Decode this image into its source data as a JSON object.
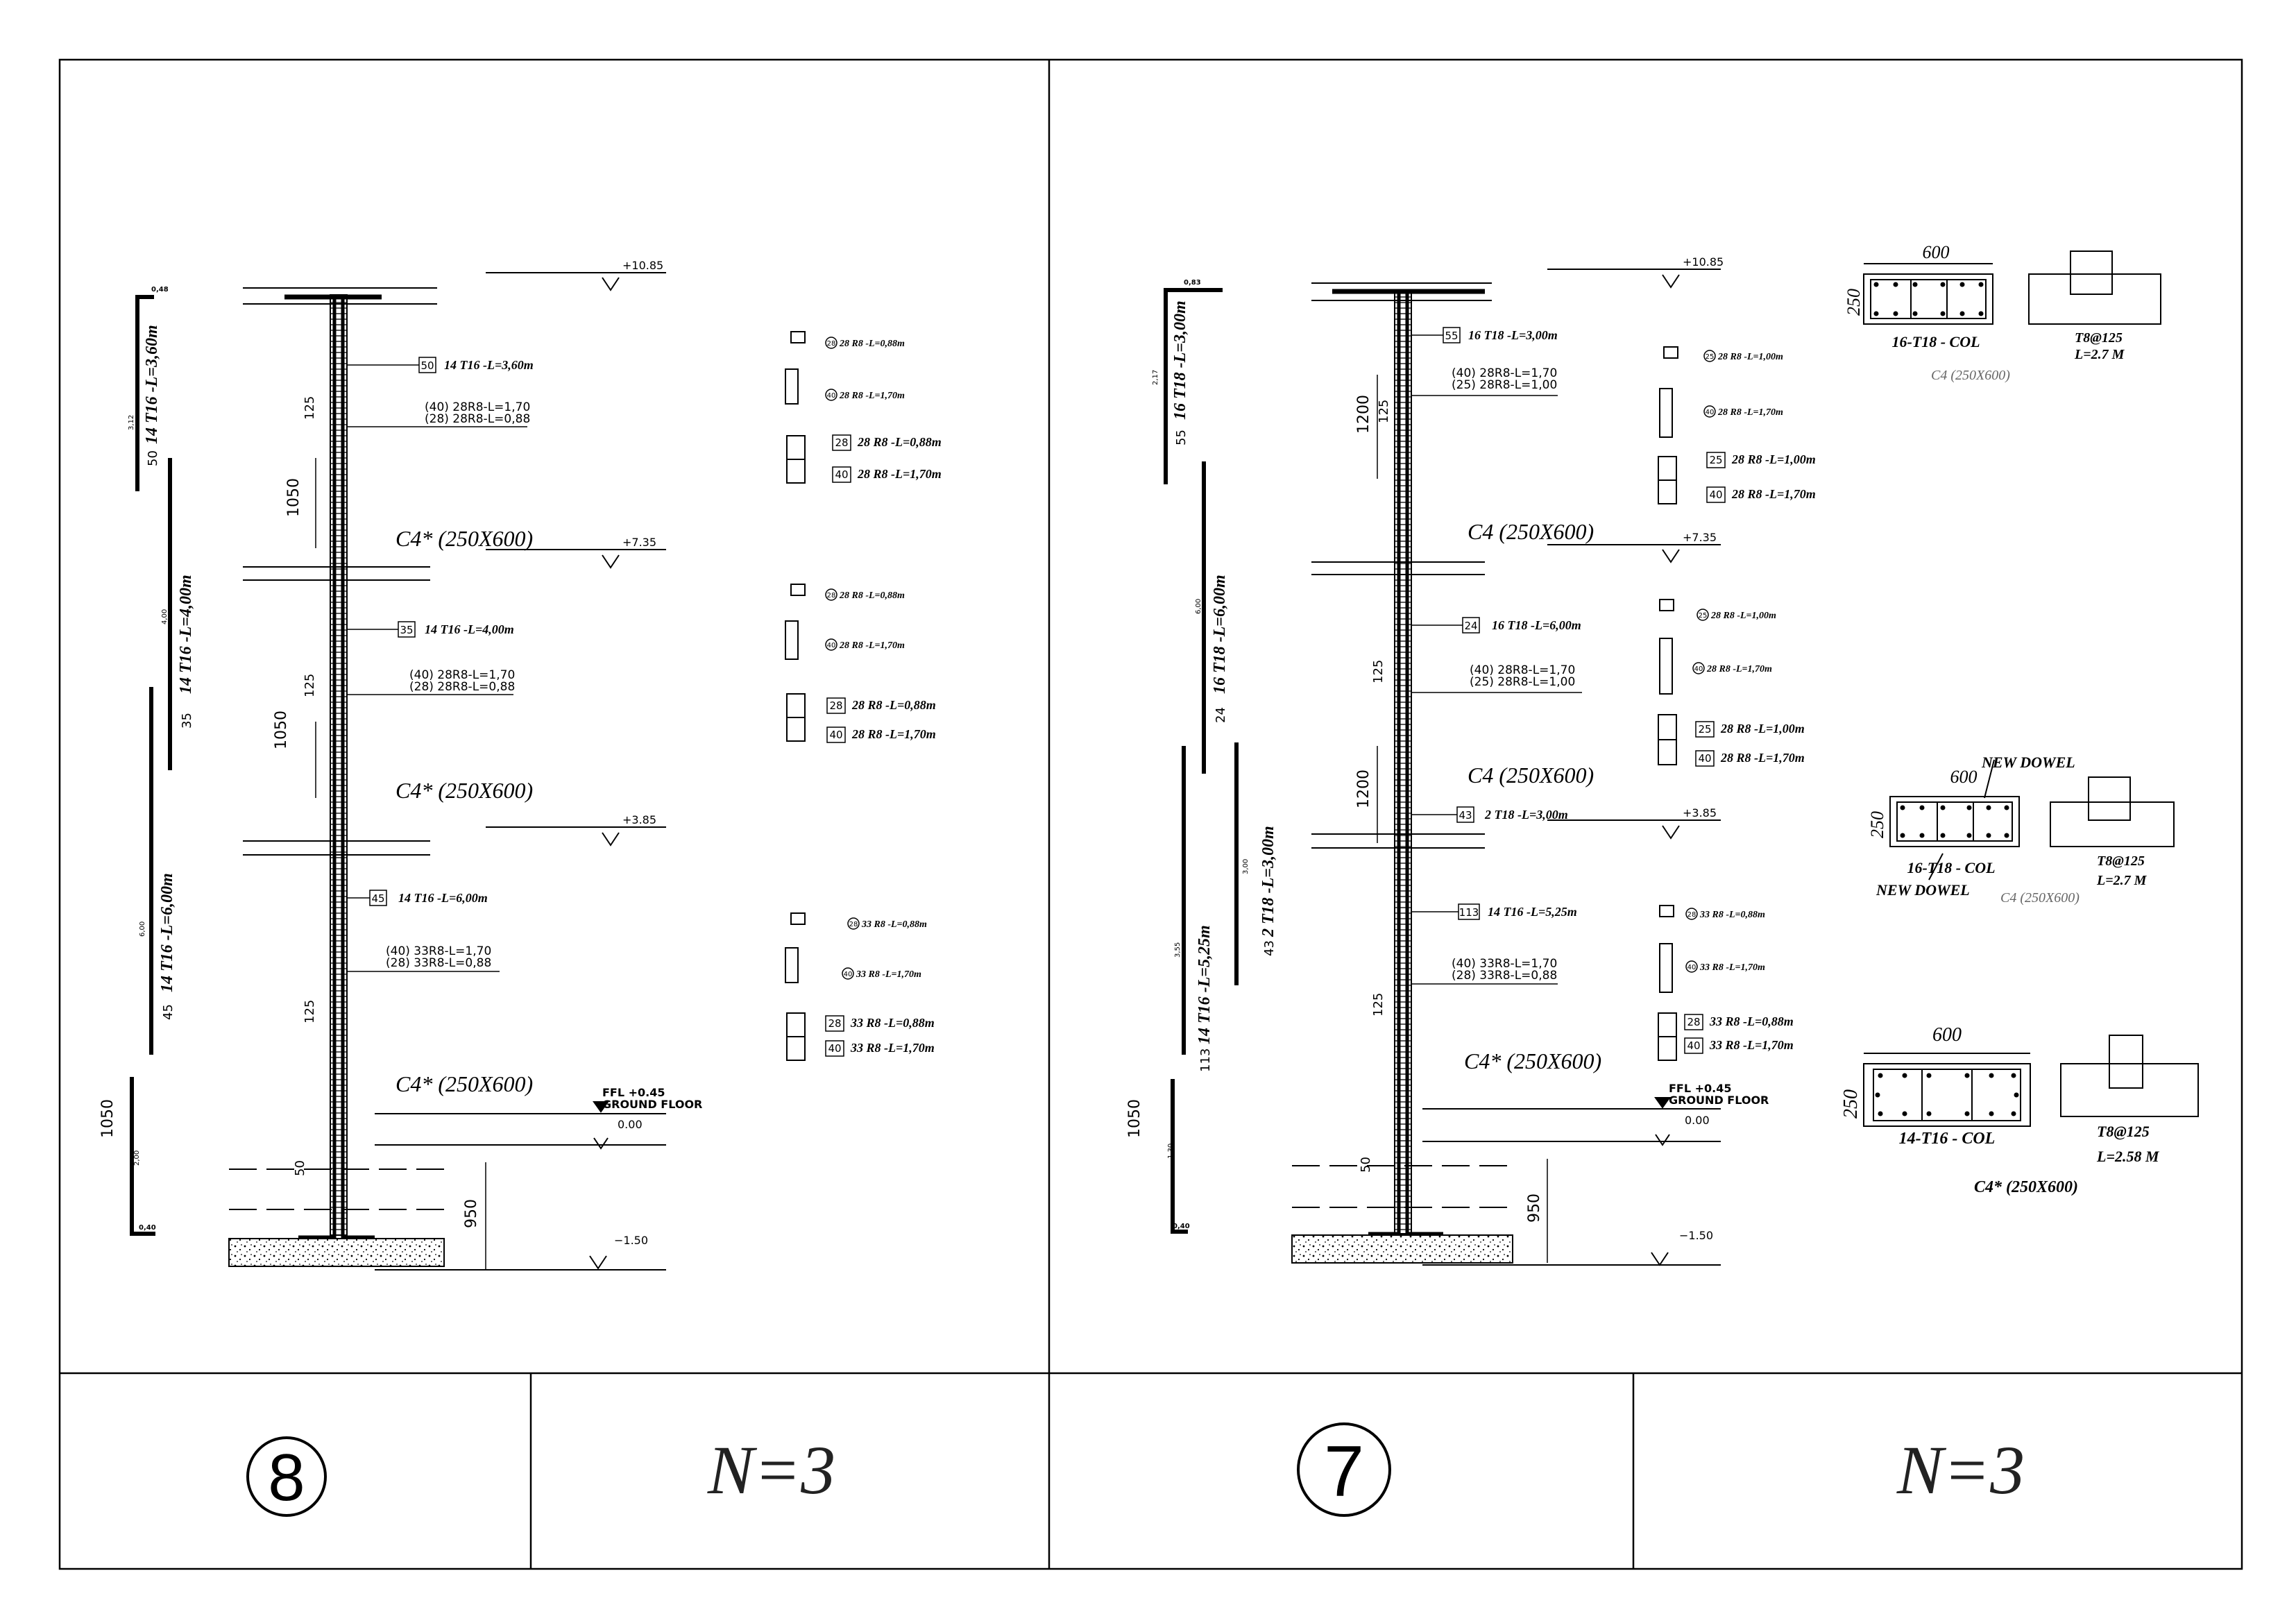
{
  "sheet": {
    "left_panel": {
      "id": "8",
      "n": "N=3",
      "elev": {
        "top": "+10.85",
        "l2": "+7.35",
        "l1": "+3.85",
        "ffl": "FFL +0.45",
        "ground": "GROUND FLOOR",
        "zero": "0.00",
        "base": "−1.50"
      },
      "col_labels": [
        "C4* (250X600)",
        "C4* (250X600)",
        "C4* (250X600)"
      ],
      "tags": {
        "t1": {
          "num": "50",
          "text": "14 T16 -L=3,60m"
        },
        "t2": {
          "num": "35",
          "text": "14 T16 -L=4,00m"
        },
        "t3": {
          "num": "45",
          "text": "14 T16 -L=6,00m"
        }
      },
      "stirrups": {
        "s1": [
          "(40) 28R8-L=1,70",
          "(28) 28R8-L=0,88"
        ],
        "s2": [
          "(40) 28R8-L=1,70",
          "(28) 28R8-L=0,88"
        ],
        "s3": [
          "(40) 33R8-L=1,70",
          "(28) 33R8-L=0,88"
        ]
      },
      "dims": {
        "d1050a": "1050",
        "d1050b": "1050",
        "d125": "125",
        "d50": "50",
        "d950": "950",
        "d1050c": "1050"
      },
      "bars": {
        "b1": "14 T16 -L=3,60m",
        "b1n": "50",
        "b1v": "3,12",
        "b1top": "0,48",
        "b2": "14 T16 -L=4,00m",
        "b2n": "35",
        "b2v": "4,00",
        "b3": "14 T16 -L=6,00m",
        "b3n": "45",
        "b3v": "6,00",
        "b4v": "2,00",
        "b4b": "0,40"
      },
      "detail_rows": [
        [
          "28",
          "28 R8 -L=0,88m"
        ],
        [
          "40",
          "28 R8 -L=1,70m"
        ],
        [
          "28",
          "28 R8 -L=0,88m"
        ],
        [
          "40",
          "28 R8 -L=1,70m"
        ],
        [
          "28",
          "28 R8 -L=0,88m"
        ],
        [
          "40",
          "28 R8 -L=1,70m"
        ],
        [
          "28",
          "28 R8 -L=0,88m"
        ],
        [
          "40",
          "28 R8 -L=1,70m"
        ],
        [
          "28",
          "33 R8 -L=0,88m"
        ],
        [
          "40",
          "33 R8 -L=1,70m"
        ],
        [
          "28",
          "33 R8 -L=0,88m"
        ],
        [
          "40",
          "33 R8 -L=1,70m"
        ]
      ]
    },
    "right_panel": {
      "id": "7",
      "n": "N=3",
      "elev": {
        "top": "+10.85",
        "l2": "+7.35",
        "l1": "+3.85",
        "ffl": "FFL +0.45",
        "ground": "GROUND FLOOR",
        "zero": "0.00",
        "base": "−1.50"
      },
      "col_labels": [
        "C4 (250X600)",
        "C4 (250X600)",
        "C4* (250X600)"
      ],
      "tags": {
        "t1": {
          "num": "55",
          "text": "16 T18 -L=3,00m"
        },
        "t2": {
          "num": "24",
          "text": "16 T18 -L=6,00m"
        },
        "t3": {
          "num": "43",
          "text": "2 T18 -L=3,00m"
        },
        "t4": {
          "num": "113",
          "text": "14 T16 -L=5,25m"
        }
      },
      "stirrups": {
        "s1": [
          "(40) 28R8-L=1,70",
          "(25) 28R8-L=1,00"
        ],
        "s2": [
          "(40) 28R8-L=1,70",
          "(25) 28R8-L=1,00"
        ],
        "s3": [
          "(40) 33R8-L=1,70",
          "(28) 33R8-L=0,88"
        ]
      },
      "dims": {
        "d1200a": "1200",
        "d1200b": "1200",
        "d125": "125",
        "d50": "50",
        "d950": "950",
        "d1050": "1050"
      },
      "bars": {
        "b1": "16 T18 -L=3,00m",
        "b1n": "55",
        "b1v": "2,17",
        "b1top": "0,83",
        "b2": "16 T18 -L=6,00m",
        "b2n": "24",
        "b2v": "6,00",
        "b3": "2 T18 -L=3,00m",
        "b3n": "43",
        "b3v": "3,00",
        "b4": "14 T16 -L=5,25m",
        "b4n": "113",
        "b4v": "3,55",
        "b4b": "0,40",
        "b4c": "1,30"
      },
      "detail_rows": [
        [
          "25",
          "28 R8 -L=1,00m"
        ],
        [
          "40",
          "28 R8 -L=1,70m"
        ],
        [
          "25",
          "28 R8 -L=1,00m"
        ],
        [
          "40",
          "28 R8 -L=1,70m"
        ],
        [
          "25",
          "28 R8 -L=1,00m"
        ],
        [
          "40",
          "28 R8 -L=1,70m"
        ],
        [
          "25",
          "28 R8 -L=1,00m"
        ],
        [
          "40",
          "28 R8 -L=1,70m"
        ],
        [
          "28",
          "33 R8 -L=0,88m"
        ],
        [
          "40",
          "33 R8 -L=1,70m"
        ],
        [
          "28",
          "33 R8 -L=0,88m"
        ],
        [
          "40",
          "33 R8 -L=1,70m"
        ]
      ],
      "sections": [
        {
          "width": "600",
          "height": "250",
          "bars": "16-T18 - COL",
          "tie": "T8@125",
          "len": "L=2.7  M",
          "name": "C4 (250X600)"
        },
        {
          "width": "600",
          "height": "250",
          "bars": "16-T18 - COL",
          "tie": "T8@125",
          "len": "L=2.7  M",
          "name": "C4 (250X600)",
          "note1": "NEW DOWEL",
          "note2": "NEW DOWEL"
        },
        {
          "width": "600",
          "height": "250",
          "bars": "14-T16 - COL",
          "tie": "T8@125",
          "len": "L=2.58  M",
          "name": "C4* (250X600)"
        }
      ]
    }
  }
}
